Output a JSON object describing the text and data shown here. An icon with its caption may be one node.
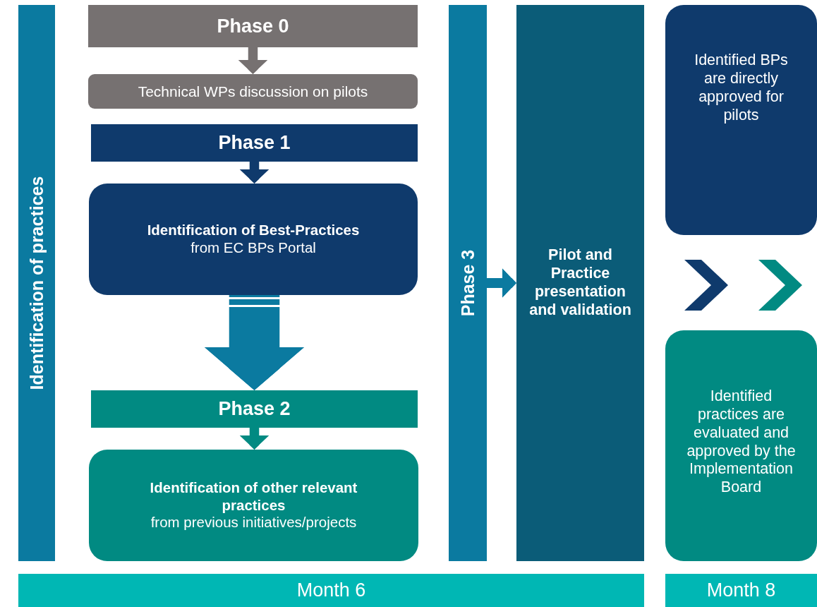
{
  "diagram": {
    "nodes": [
      {
        "text": [
          "Identification of practices"
        ]
      },
      {
        "text": [
          "Phase 0"
        ]
      },
      {
        "text": [
          "Technical WPs discussion on pilots"
        ]
      },
      {
        "text": [
          "Phase 1"
        ]
      },
      {
        "text": [
          "Identification of Best-Practices",
          "from EC BPs Portal"
        ]
      },
      {
        "text": [
          "Phase 2"
        ]
      },
      {
        "text": [
          "Identification of other relevant practices",
          "from previous initiatives/projects"
        ]
      },
      {
        "text": [
          "Phase 3"
        ]
      },
      {
        "text": [
          "Pilot and Practice presentation and validation"
        ]
      },
      {
        "text": [
          "Identified BPs are directly approved for pilots"
        ]
      },
      {
        "text": [
          "Identified practices are evaluated and approved by the Implementation Board"
        ]
      },
      {
        "text": [
          "Month 6"
        ]
      },
      {
        "text": [
          "Month 8"
        ]
      }
    ],
    "edges": [
      {
        "from": 1,
        "to": 2,
        "arrow": "to",
        "color": "#767171"
      },
      {
        "from": 3,
        "to": 4,
        "arrow": "to",
        "color": "#0f3a6c"
      },
      {
        "from": 4,
        "to": 5,
        "arrow": "to",
        "style": "thick",
        "color": "#0b7aa0"
      },
      {
        "from": 5,
        "to": 6,
        "arrow": "to",
        "color": "#018a82"
      },
      {
        "from": 7,
        "to": 8,
        "arrow": "to",
        "color": "#0b7aa0"
      }
    ]
  }
}
